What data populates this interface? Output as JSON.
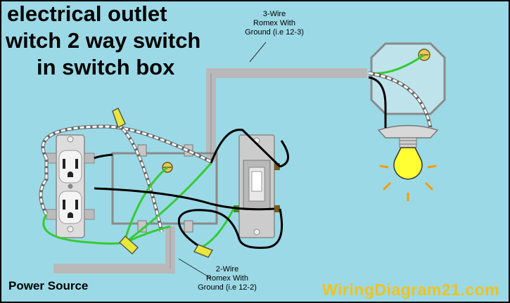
{
  "title": {
    "line1": "electrical outlet",
    "line2": "witch 2 way switch",
    "line3": "in switch box"
  },
  "labels": {
    "three_wire": [
      "3-Wire",
      "Romex With",
      "Ground (i.e 12-3)"
    ],
    "two_wire": [
      "2-Wire",
      "Romex With",
      "Ground (i.e 12-2)"
    ],
    "power_source": "Power Source"
  },
  "brand": "WiringDiagram21.com",
  "colors": {
    "background": "#9cd9e6",
    "cable": "#b9b9b9",
    "ground_wire": "#33cc33",
    "hot_wire": "#000000",
    "neutral_wire": "#ffffff",
    "wire_nut": "#e8e83a",
    "bulb": "#ffff33",
    "brand": "#f2c21b"
  },
  "icons": {
    "bulb": "light-bulb-icon",
    "outlet": "duplex-outlet-icon",
    "switch": "toggle-switch-icon"
  }
}
